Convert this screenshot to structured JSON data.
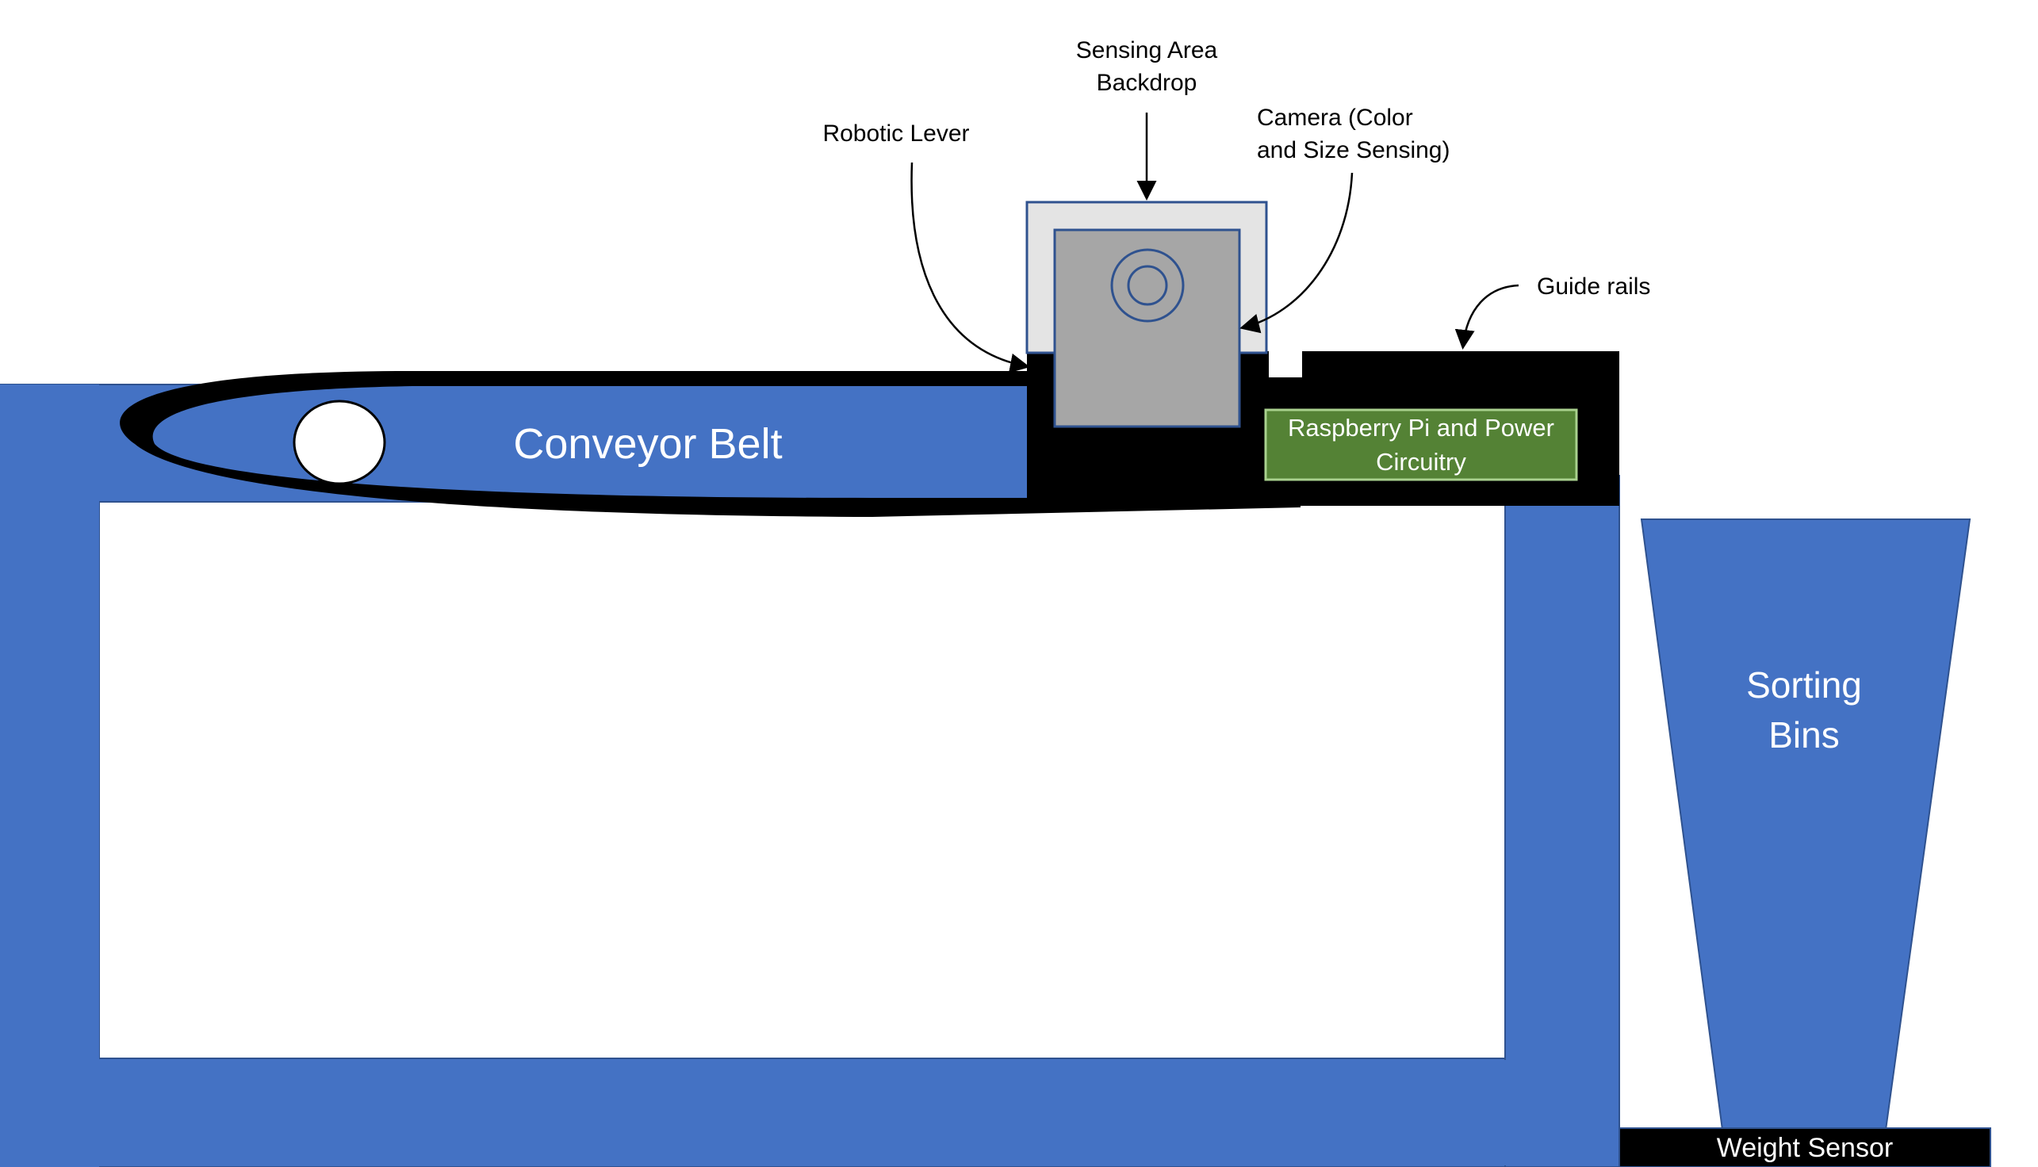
{
  "labels": {
    "sensing_area_line1": "Sensing Area",
    "sensing_area_line2": "Backdrop",
    "robotic_lever": "Robotic Lever",
    "camera_line1": "Camera (Color",
    "camera_line2": "and Size Sensing)",
    "guide_rails": "Guide rails",
    "conveyor_belt": "Conveyor Belt",
    "raspberry_line1": "Raspberry Pi and Power",
    "raspberry_line2": "Circuitry",
    "sorting_bins_line1": "Sorting",
    "sorting_bins_line2": "Bins",
    "weight_sensor": "Weight Sensor"
  },
  "colors": {
    "frame_blue": "#4472c4",
    "frame_border": "#2f528f",
    "black": "#000000",
    "backdrop_gray": "#e4e4e4",
    "camera_gray": "#a6a6a6",
    "circuit_green": "#548235",
    "circuit_border": "#a9d18e",
    "white": "#ffffff"
  }
}
